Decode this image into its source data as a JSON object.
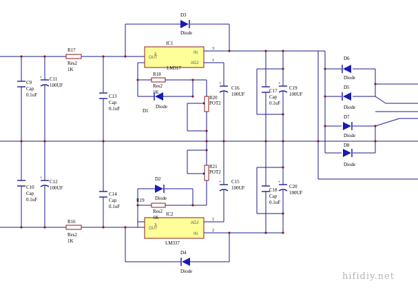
{
  "ic1": {
    "ref": "IC1",
    "part": "LM317",
    "pin_out": "OUT",
    "pin_in": "IN",
    "pin_adj": "ADJ",
    "pin_n_out": "2",
    "pin_n_in": "3",
    "pin_n_adj": "1"
  },
  "ic2": {
    "ref": "IC2",
    "part": "LM337",
    "pin_out": "OUT",
    "pin_in": "IN",
    "pin_adj": "ADJ",
    "pin_n_out": "3",
    "pin_n_in": "2",
    "pin_n_adj": "1"
  },
  "r17": {
    "ref": "R17",
    "type": "Res2",
    "value": "1K"
  },
  "r16": {
    "ref": "R16",
    "type": "Res2",
    "value": "1K"
  },
  "r18": {
    "ref": "R18",
    "type": "Res2",
    "value": "1K"
  },
  "r19": {
    "ref": "R19",
    "type": "Res2",
    "value": "1K"
  },
  "r20": {
    "ref": "R20",
    "type": "POT2"
  },
  "r21": {
    "ref": "R21",
    "type": "POT2"
  },
  "c9": {
    "ref": "C9",
    "type": "Cap",
    "value": "0.1uF"
  },
  "c10": {
    "ref": "C10",
    "type": "Cap",
    "value": "0.1uF"
  },
  "c11": {
    "ref": "C11",
    "value": "100UF"
  },
  "c12": {
    "ref": "C12",
    "value": "100UF"
  },
  "c13": {
    "ref": "C13",
    "type": "Cap",
    "value": "0.1uF"
  },
  "c14": {
    "ref": "C14",
    "type": "Cap",
    "value": "0.1uF"
  },
  "c15": {
    "ref": "C15",
    "value": "100UF"
  },
  "c16": {
    "ref": "C16",
    "value": "100UF"
  },
  "c17": {
    "ref": "C17",
    "type": "Cap",
    "value": "0.1uF"
  },
  "c18": {
    "ref": "C18",
    "type": "Cap",
    "value": "0.1uF"
  },
  "c19": {
    "ref": "C19",
    "value": "100UF"
  },
  "c20": {
    "ref": "C20",
    "value": "100UF"
  },
  "d1": {
    "ref": "D1",
    "type": "Diode"
  },
  "d2": {
    "ref": "D2",
    "type": "Diode"
  },
  "d3": {
    "ref": "D3",
    "type": "Diode"
  },
  "d4": {
    "ref": "D4",
    "type": "Diode"
  },
  "d5": {
    "ref": "D5",
    "type": "Diode"
  },
  "d6": {
    "ref": "D6",
    "type": "Diode"
  },
  "d7": {
    "ref": "D7",
    "type": "Diode"
  },
  "d8": {
    "ref": "D8",
    "type": "Diode"
  },
  "watermark": "hifidiy.net",
  "colors": {
    "wire": "#1a1a8c",
    "junction": "#8b1a1a",
    "ic_fill": "#ffff99",
    "diode": "#1a1ab4"
  }
}
